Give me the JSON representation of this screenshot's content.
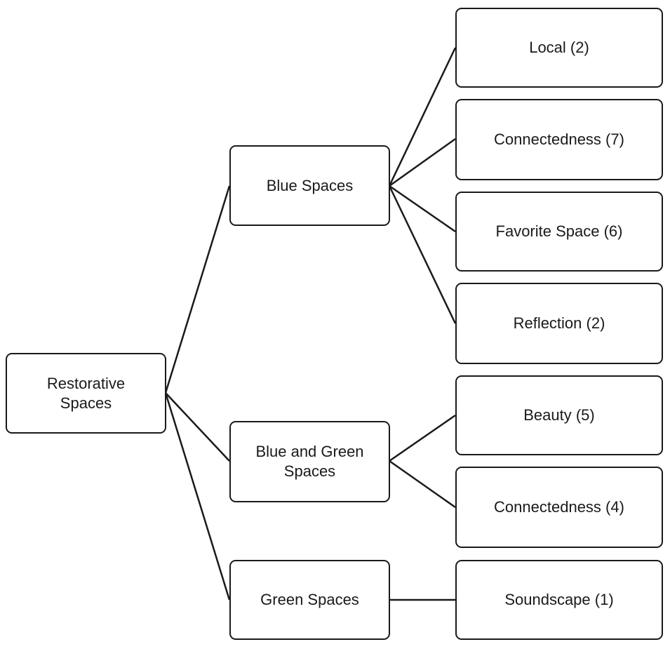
{
  "nodes": {
    "root": {
      "lines": [
        "Restorative",
        "Spaces"
      ]
    },
    "blue_spaces": {
      "lines": [
        "Blue Spaces"
      ]
    },
    "blue_green_spaces": {
      "lines": [
        "Blue and Green",
        "Spaces"
      ]
    },
    "green_spaces": {
      "lines": [
        "Green Spaces"
      ]
    },
    "local": {
      "lines": [
        "Local (2)"
      ]
    },
    "connectedness_blue": {
      "lines": [
        "Connectedness (7)"
      ]
    },
    "favorite_space": {
      "lines": [
        "Favorite Space (6)"
      ]
    },
    "reflection": {
      "lines": [
        "Reflection (2)"
      ]
    },
    "beauty": {
      "lines": [
        "Beauty (5)"
      ]
    },
    "connectedness_bg": {
      "lines": [
        "Connectedness (4)"
      ]
    },
    "soundscape": {
      "lines": [
        "Soundscape (1)"
      ]
    }
  },
  "edges": [
    [
      "root",
      "blue_spaces"
    ],
    [
      "root",
      "blue_green_spaces"
    ],
    [
      "root",
      "green_spaces"
    ],
    [
      "blue_spaces",
      "local"
    ],
    [
      "blue_spaces",
      "connectedness_blue"
    ],
    [
      "blue_spaces",
      "favorite_space"
    ],
    [
      "blue_spaces",
      "reflection"
    ],
    [
      "blue_green_spaces",
      "beauty"
    ],
    [
      "blue_green_spaces",
      "connectedness_bg"
    ],
    [
      "green_spaces",
      "soundscape"
    ]
  ]
}
